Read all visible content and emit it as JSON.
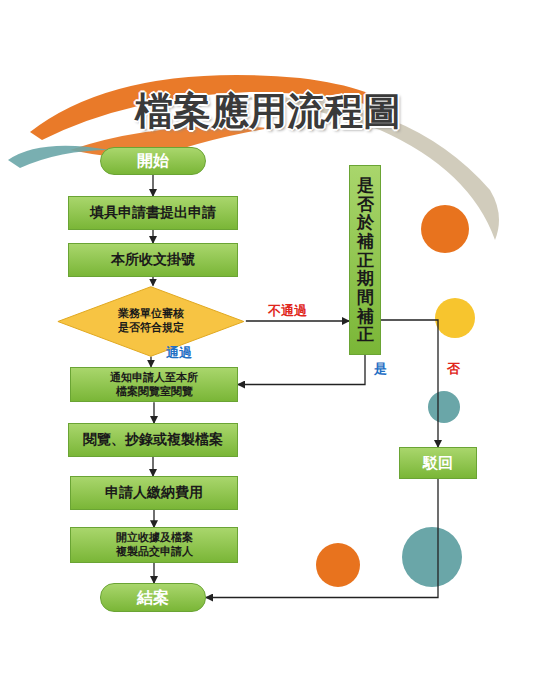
{
  "diagram": {
    "title": "檔案應用流程圖",
    "nodes": [
      {
        "text": [
          "開始"
        ]
      },
      {
        "text": [
          "填具申請書提出申請"
        ]
      },
      {
        "text": [
          "本所收文掛號"
        ]
      },
      {
        "text": [
          "業務單位審核 是否符合規定"
        ]
      },
      {
        "text": [
          "是否於補正期間補正"
        ]
      },
      {
        "text": [
          "通知申請人至本所 檔案閱覽室閱覽"
        ]
      },
      {
        "text": [
          "閱覽、抄錄或複製檔案"
        ]
      },
      {
        "text": [
          "駁回"
        ]
      },
      {
        "text": [
          "申請人繳納費用"
        ]
      },
      {
        "text": [
          "開立收據及檔案 複製品交申請人"
        ]
      },
      {
        "text": [
          "結案"
        ]
      }
    ],
    "edges": [
      {
        "from": 0,
        "to": 1,
        "arrow": "to"
      },
      {
        "from": 1,
        "to": 2,
        "arrow": "to"
      },
      {
        "from": 2,
        "to": 3,
        "arrow": "to"
      },
      {
        "from": 3,
        "to": 4,
        "label": "不通過",
        "arrow": "to"
      },
      {
        "from": 3,
        "to": 5,
        "label": "通過",
        "arrow": "to"
      },
      {
        "from": 4,
        "to": 5,
        "label": "是",
        "arrow": "to"
      },
      {
        "from": 4,
        "to": 7,
        "label": "否",
        "arrow": "to"
      },
      {
        "from": 5,
        "to": 6,
        "arrow": "to"
      },
      {
        "from": 6,
        "to": 8,
        "arrow": "to"
      },
      {
        "from": 8,
        "to": 9,
        "arrow": "to"
      },
      {
        "from": 9,
        "to": 10,
        "arrow": "to"
      },
      {
        "from": 7,
        "to": 10,
        "arrow": "to"
      }
    ]
  }
}
